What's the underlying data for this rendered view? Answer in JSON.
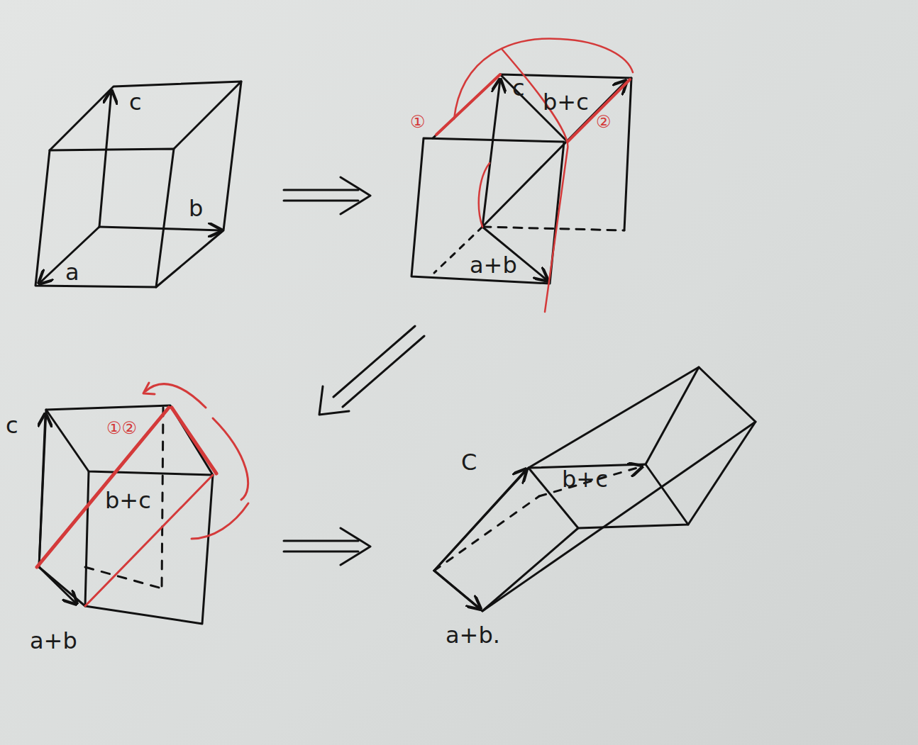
{
  "diagram": {
    "labels": [
      "c",
      "b",
      "a",
      "①",
      "c",
      "b+c",
      "②",
      "a+b",
      "c",
      "①②",
      "b+c",
      "a+b",
      "C",
      "b+c",
      "a+b."
    ]
  }
}
